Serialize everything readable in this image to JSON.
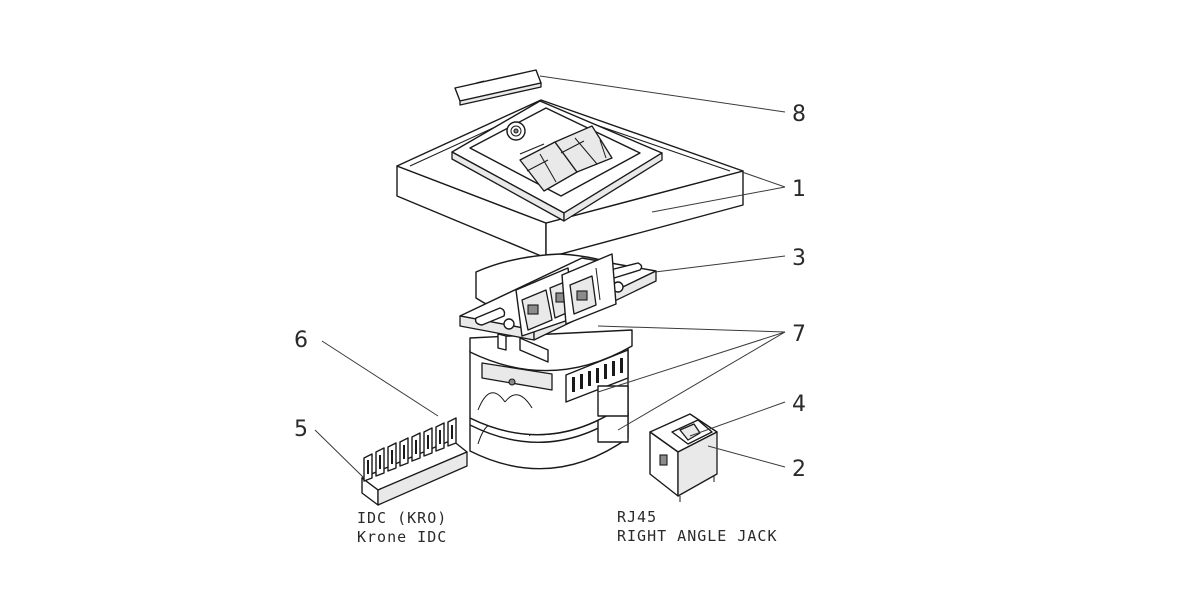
{
  "callouts": {
    "c1": "1",
    "c2": "2",
    "c3": "3",
    "c4": "4",
    "c5": "5",
    "c6": "6",
    "c7": "7",
    "c8": "8"
  },
  "captions": {
    "idc_line1": "IDC (KRO)",
    "idc_line2": "Krone IDC",
    "rj45_line1": "RJ45",
    "rj45_line2": "RIGHT ANGLE JACK"
  }
}
